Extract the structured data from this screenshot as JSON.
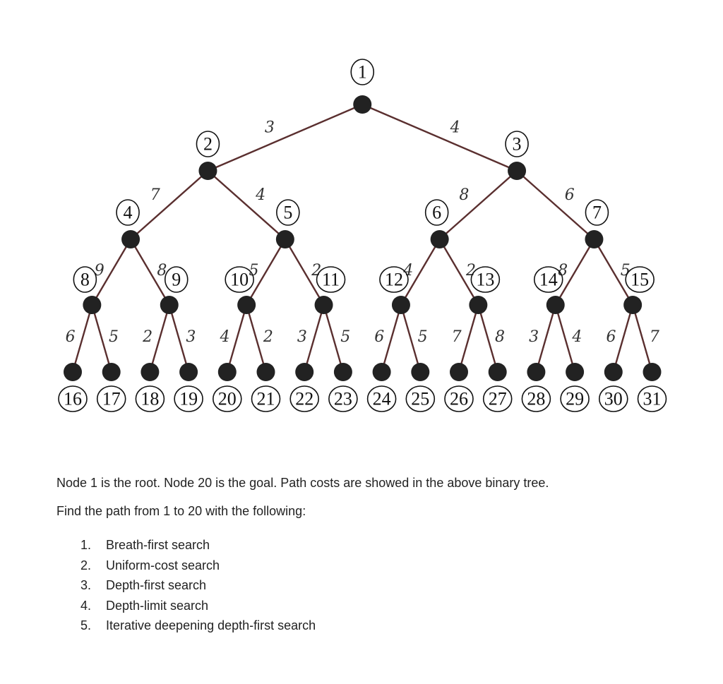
{
  "tree": {
    "nodes": [
      "1",
      "2",
      "3",
      "4",
      "5",
      "6",
      "7",
      "8",
      "9",
      "10",
      "11",
      "12",
      "13",
      "14",
      "15",
      "16",
      "17",
      "18",
      "19",
      "20",
      "21",
      "22",
      "23",
      "24",
      "25",
      "26",
      "27",
      "28",
      "29",
      "30",
      "31"
    ],
    "edge_costs": {
      "2": "3",
      "3": "4",
      "4": "7",
      "5": "4",
      "6": "8",
      "7": "6",
      "8": "9",
      "9": "8",
      "10": "5",
      "11": "2",
      "12": "4",
      "13": "2",
      "14": "8",
      "15": "5",
      "16": "6",
      "17": "5",
      "18": "2",
      "19": "3",
      "20": "4",
      "21": "2",
      "22": "3",
      "23": "5",
      "24": "6",
      "25": "5",
      "26": "7",
      "27": "8",
      "28": "3",
      "29": "4",
      "30": "6",
      "31": "7"
    }
  },
  "problem": {
    "statement": "Node 1 is the root. Node 20 is the goal. Path costs are showed in the above binary tree.",
    "instruction": "Find the path from 1 to 20 with the following:",
    "methods": [
      {
        "num": "1.",
        "label": "Breath-first search"
      },
      {
        "num": "2.",
        "label": "Uniform-cost search"
      },
      {
        "num": "3.",
        "label": "Depth-first search"
      },
      {
        "num": "4.",
        "label": "Depth-limit search"
      },
      {
        "num": "5.",
        "label": "Iterative deepening depth-first search"
      }
    ]
  }
}
